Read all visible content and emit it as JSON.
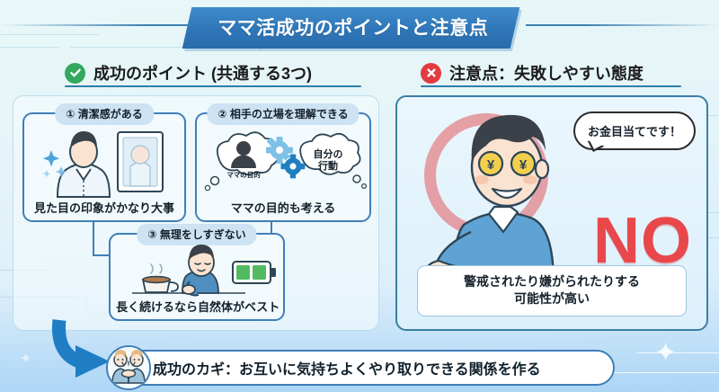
{
  "title": {
    "text": "ママ活成功のポイントと注意点"
  },
  "colors": {
    "accent_blue": "#2f76b8",
    "panel_border": "#3b7fa5",
    "card_border": "#3f7fb8",
    "badge_fill": "#cde3f3",
    "ok_green": "#33a95f",
    "ng_red": "#e23b41",
    "no_red": "#e8484c",
    "background": "#e4f4f8"
  },
  "left_section": {
    "icon": "check-circle-icon",
    "heading": "成功のポイント (共通する3つ)",
    "cards": [
      {
        "badge": "① 清潔感がある",
        "caption": "見た目の印象がかなり大事",
        "art": "man-with-mirror-illustration"
      },
      {
        "badge": "② 相手の立場を理解できる",
        "caption": "ママの目的も考える",
        "art": "thought-bubbles-gears-illustration",
        "bubble_left": "ママの目的",
        "bubble_right_line1": "自分の",
        "bubble_right_line2": "行動"
      },
      {
        "badge": "③ 無理をしすぎない",
        "caption": "長く続けるなら自然体がベスト",
        "art": "relaxing-person-battery-illustration"
      }
    ]
  },
  "right_section": {
    "icon": "x-circle-icon",
    "heading": "注意点：失敗しやすい態度",
    "speech_bubble": "お金目当てです！",
    "no_label": "NO",
    "warning_line1": "警戒されたり嫌がられたりする",
    "warning_line2": "可能性が高い",
    "art": "money-eyed-man-illustration"
  },
  "bottom_bar": {
    "icon": "handshake-icon",
    "text": "成功のカギ：お互いに気持ちよくやり取りできる関係を作る"
  }
}
